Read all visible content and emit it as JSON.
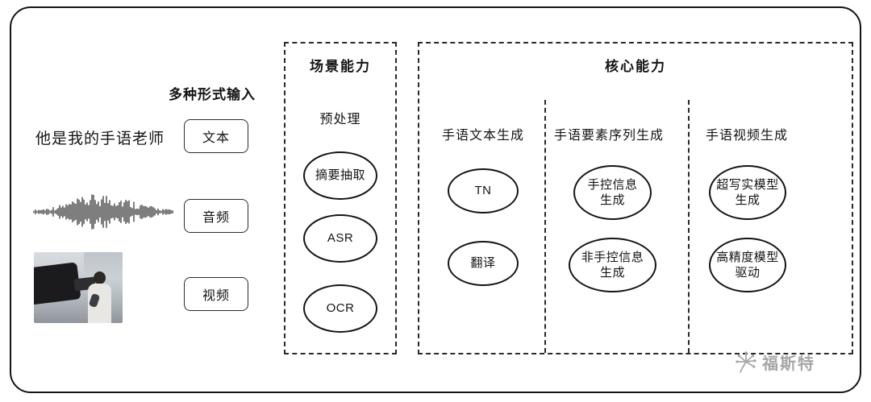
{
  "diagram": {
    "input": {
      "title": "多种形式输入",
      "sample_sentence": "他是我的手语老师",
      "text_label": "文本",
      "audio_label": "音频",
      "video_label": "视频"
    },
    "scene": {
      "title": "场景能力",
      "subtitle": "预处理",
      "nodes": [
        {
          "label": "摘要抽取"
        },
        {
          "label": "ASR"
        },
        {
          "label": "OCR"
        }
      ]
    },
    "core": {
      "title": "核心能力",
      "columns": [
        {
          "header": "手语文本生成",
          "nodes": [
            {
              "label": "TN"
            },
            {
              "label": "翻译"
            }
          ]
        },
        {
          "header": "手语要素序列生成",
          "nodes": [
            {
              "label": "手控信息\n生成"
            },
            {
              "label": "非手控信息\n生成"
            }
          ]
        },
        {
          "header": "手语视频生成",
          "nodes": [
            {
              "label": "超写实模型\n生成"
            },
            {
              "label": "高精度模型\n驱动"
            }
          ]
        }
      ]
    },
    "watermark": {
      "text": "福斯特"
    }
  }
}
